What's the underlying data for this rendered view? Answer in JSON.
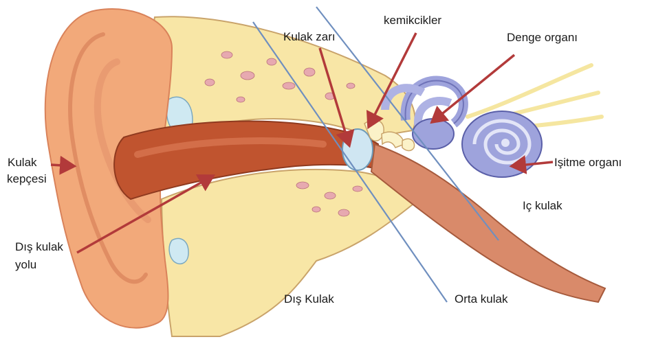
{
  "labels": {
    "kulak_zari": "Kulak zarı",
    "kemikcikler": "kemikcikler",
    "denge_organi": "Denge organı",
    "kulak_kepcesi_1": "Kulak",
    "kulak_kepcesi_2": "kepçesi",
    "isitme_organi": "Işitme organı",
    "ic_kulak": "Iç kulak",
    "dis_kulak_yolu_1": "Dış kulak",
    "dis_kulak_yolu_2": "yolu",
    "dis_kulak": "Dış Kulak",
    "orta_kulak": "Orta kulak"
  },
  "colors": {
    "arrow": "#b23a3a",
    "divider": "#6f8fbf",
    "skin": "#f2a97a",
    "skin_dark": "#d9825a",
    "bone": "#f8e6a6",
    "canal": "#c0542f",
    "inner_ear": "#9ea3dc",
    "nerve": "#f5e6a0"
  }
}
